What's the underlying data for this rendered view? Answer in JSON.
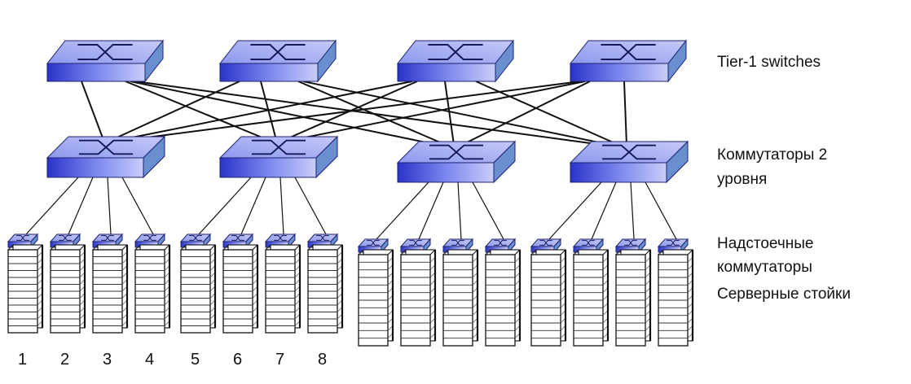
{
  "labels": {
    "tier1": "Tier-1 switches",
    "tier2_line1": "Коммутаторы 2",
    "tier2_line2": "уровня",
    "tor_line1": "Надстоечные",
    "tor_line2": "коммутаторы",
    "racks": "Серверные стойки"
  },
  "rack_numbers": [
    "1",
    "2",
    "3",
    "4",
    "5",
    "6",
    "7",
    "8"
  ],
  "colors": {
    "switch_top": "#a9b1f2",
    "switch_front": "#3b44d6",
    "switch_side": "#6a8fd0",
    "link": "#111111",
    "rack_fill": "#ffffff",
    "rack_stroke": "#222222"
  },
  "topology": {
    "tier1_count": 4,
    "tier2_count": 4,
    "tor_per_tier2": 4,
    "tier1_to_tier2": [
      [
        0,
        0
      ],
      [
        0,
        1
      ],
      [
        0,
        2
      ],
      [
        0,
        3
      ],
      [
        1,
        0
      ],
      [
        1,
        1
      ],
      [
        1,
        2
      ],
      [
        1,
        3
      ],
      [
        2,
        0
      ],
      [
        2,
        1
      ],
      [
        2,
        2
      ],
      [
        2,
        3
      ],
      [
        3,
        0
      ],
      [
        3,
        1
      ],
      [
        3,
        2
      ],
      [
        3,
        3
      ]
    ]
  }
}
